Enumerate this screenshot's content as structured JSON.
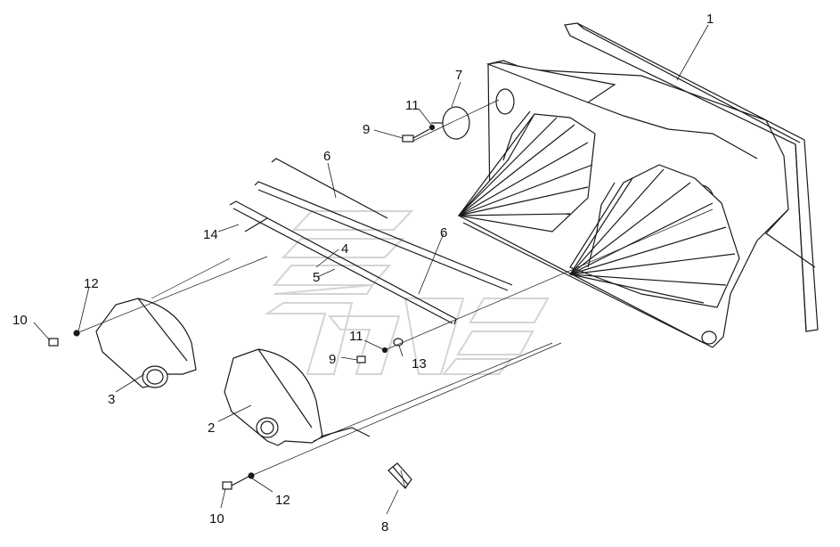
{
  "diagram": {
    "callouts": [
      {
        "id": "c1",
        "text": "1"
      },
      {
        "id": "c2",
        "text": "2"
      },
      {
        "id": "c3",
        "text": "3"
      },
      {
        "id": "c4",
        "text": "4"
      },
      {
        "id": "c5",
        "text": "5"
      },
      {
        "id": "c6a",
        "text": "6"
      },
      {
        "id": "c6b",
        "text": "6"
      },
      {
        "id": "c7",
        "text": "7"
      },
      {
        "id": "c8",
        "text": "8"
      },
      {
        "id": "c9a",
        "text": "9"
      },
      {
        "id": "c9b",
        "text": "9"
      },
      {
        "id": "c10a",
        "text": "10"
      },
      {
        "id": "c10b",
        "text": "10"
      },
      {
        "id": "c11a",
        "text": "11"
      },
      {
        "id": "c11b",
        "text": "11"
      },
      {
        "id": "c12a",
        "text": "12"
      },
      {
        "id": "c12b",
        "text": "12"
      },
      {
        "id": "c13",
        "text": "13"
      },
      {
        "id": "c14",
        "text": "14"
      }
    ],
    "colors": {
      "line": "#1a1a1a",
      "watermark": "#d9d9d9",
      "fill": "#ffffff"
    }
  }
}
